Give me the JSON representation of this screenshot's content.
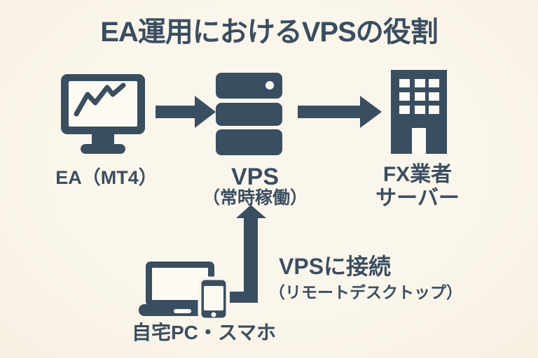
{
  "title": "EA運用におけるVPSの役割",
  "colors": {
    "background": "#FBF6EB",
    "ink": "#3A4E61",
    "paper": "#FDFAF2"
  },
  "nodes": {
    "ea": {
      "label": "EA（MT4）",
      "icon": "monitor-chart-icon"
    },
    "vps": {
      "label": "VPS",
      "sublabel": "（常時稼働）",
      "icon": "server-stack-icon"
    },
    "fx_server": {
      "line1": "FX業者",
      "line2": "サーバー",
      "icon": "office-building-icon"
    },
    "home": {
      "label": "自宅PC・スマホ",
      "icon": "laptop-smartphone-icon"
    }
  },
  "connections": {
    "ea_to_vps": {
      "icon": "arrow-right-icon"
    },
    "vps_to_fx": {
      "icon": "arrow-right-icon"
    },
    "home_to_vps": {
      "icon": "arrow-up-elbow-icon",
      "label": "VPSに接続",
      "sublabel": "（リモートデスクトップ）"
    }
  }
}
